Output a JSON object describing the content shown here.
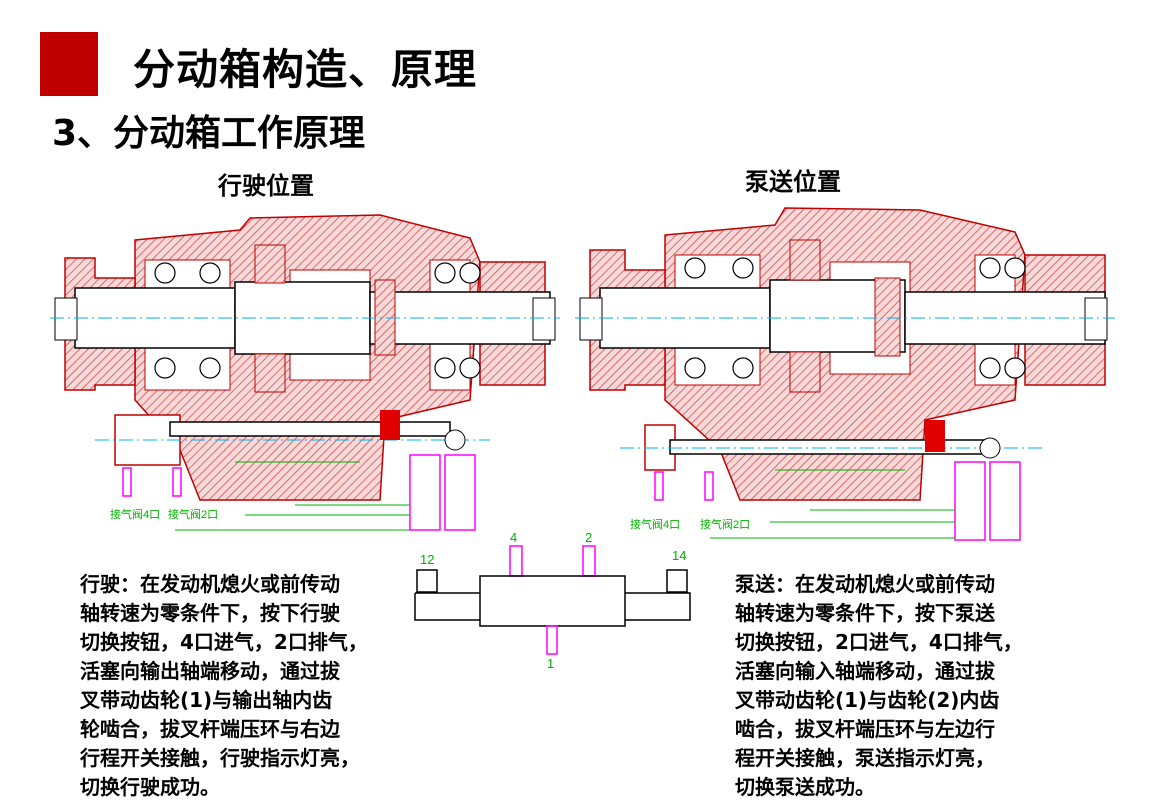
{
  "slide": {
    "title": "分动箱构造、原理",
    "subtitle": "3、分动箱工作原理"
  },
  "drive_view": {
    "label": "行驶位置",
    "valve_labels": [
      "接气阀4口",
      "接气阀2口"
    ]
  },
  "pump_view": {
    "label": "泵送位置",
    "valve_labels": [
      "接气阀4口",
      "接气阀2口"
    ]
  },
  "valve_diagram": {
    "port_labels": [
      "12",
      "4",
      "2",
      "14",
      "1"
    ]
  },
  "drive_description": {
    "lines": [
      "行驶：在发动机熄火或前传动",
      "轴转速为零条件下，按下行驶",
      "切换按钮，4口进气，2口排气，",
      "活塞向输出轴端移动，通过拔",
      "叉带动齿轮(1)与输出轴内齿",
      "轮啮合，拔叉杆端压环与右边",
      "行程开关接触，行驶指示灯亮，",
      "切换行驶成功。"
    ]
  },
  "pump_description": {
    "lines": [
      "泵送：在发动机熄火或前传动",
      "轴转速为零条件下，按下泵送",
      "切换按钮，2口进气，4口排气，",
      "活塞向输入轴端移动，通过拔",
      "叉带动齿轮(1)与齿轮(2)内齿",
      "啮合，拔叉杆端压环与左边行",
      "程开关接触，泵送指示灯亮，",
      "切换泵送成功。"
    ]
  },
  "colors": {
    "accent": "#c00000",
    "hatch": "#e05050",
    "centerline": "#00b0f0",
    "dimension": "#00b000",
    "valve": "#ff00ff"
  }
}
